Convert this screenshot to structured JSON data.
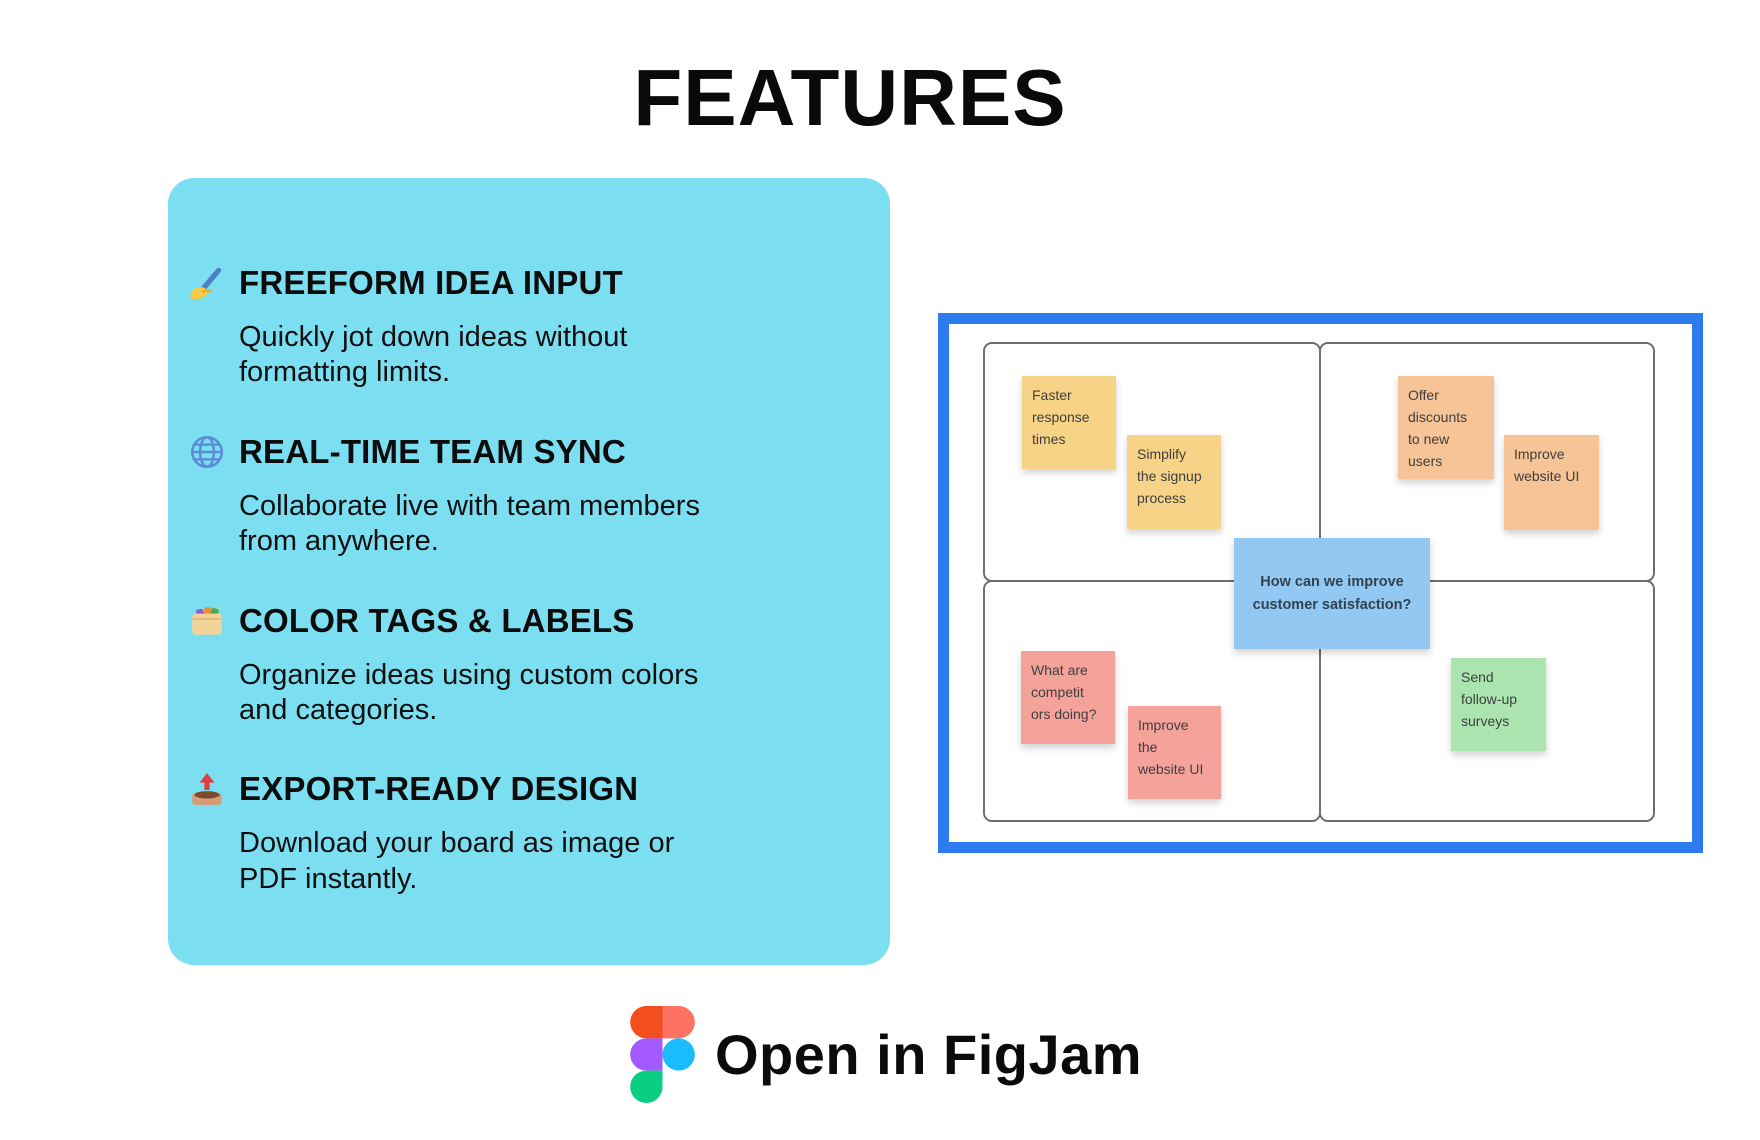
{
  "page": {
    "title": "FEATURES",
    "background": "#ffffff"
  },
  "features_panel": {
    "background": "#7cdff1",
    "items": [
      {
        "icon": "writing-hand-icon",
        "title": "FREEFORM IDEA INPUT",
        "description": [
          "Quickly jot down ideas without",
          "formatting limits."
        ]
      },
      {
        "icon": "globe-icon",
        "title": "REAL-TIME TEAM SYNC",
        "description": [
          "Collaborate live with team members",
          "from anywhere."
        ]
      },
      {
        "icon": "card-index-dividers-icon",
        "title": "COLOR TAGS & LABELS",
        "description": [
          "Organize ideas using custom colors",
          "and categories."
        ]
      },
      {
        "icon": "outbox-tray-icon",
        "title": "EXPORT-READY DESIGN",
        "description": [
          "Download your board as image or",
          "PDF instantly."
        ]
      }
    ]
  },
  "board": {
    "frame_color": "#2e7bf0",
    "quadrant_border_color": "#6e6e6e",
    "center_note": {
      "lines": [
        "How can we improve",
        "customer satisfaction?"
      ],
      "color": "#92c8f2"
    },
    "sticky_notes": [
      {
        "lines": [
          "Faster",
          "response",
          "times"
        ],
        "color": "#f7d387",
        "quadrant": "top-left"
      },
      {
        "lines": [
          "Simplify",
          "the signup",
          "process"
        ],
        "color": "#f7d387",
        "quadrant": "top-left"
      },
      {
        "lines": [
          "Offer",
          "discounts",
          "to new",
          "users"
        ],
        "color": "#f6c497",
        "quadrant": "top-right"
      },
      {
        "lines": [
          "Improve",
          "website UI"
        ],
        "color": "#f6c497",
        "quadrant": "top-right"
      },
      {
        "lines": [
          "What are",
          "competit",
          "ors doing?"
        ],
        "color": "#f5a29b",
        "quadrant": "bottom-left"
      },
      {
        "lines": [
          "Improve",
          "the",
          "website UI"
        ],
        "color": "#f5a29b",
        "quadrant": "bottom-left"
      },
      {
        "lines": [
          "Send",
          "follow-up",
          "surveys"
        ],
        "color": "#ace4b0",
        "quadrant": "bottom-right"
      }
    ]
  },
  "footer": {
    "cta_label": "Open in FigJam"
  }
}
